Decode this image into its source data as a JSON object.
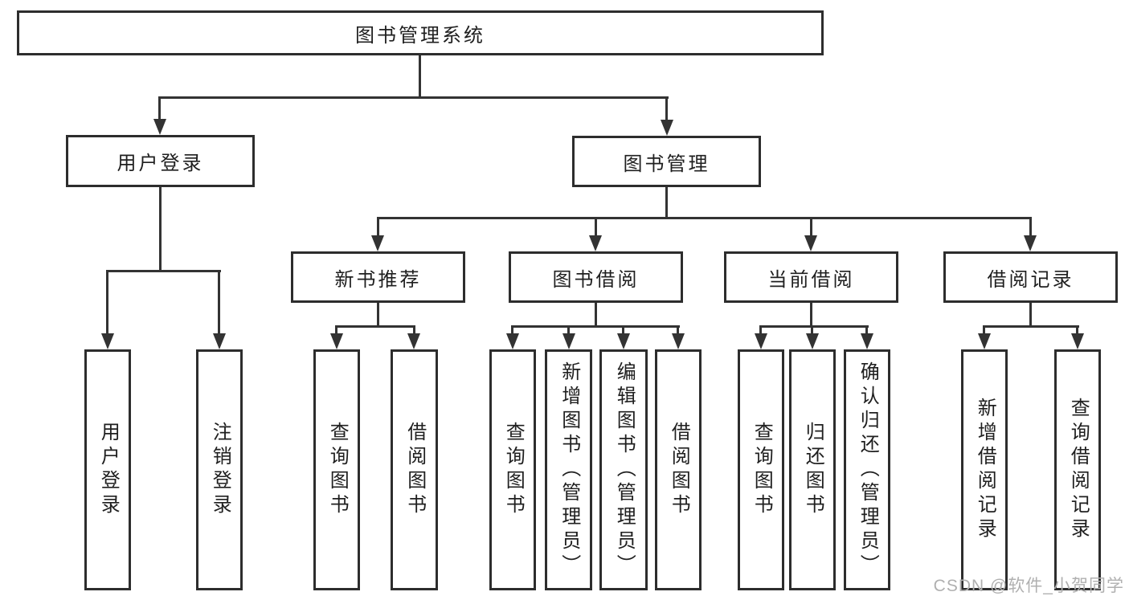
{
  "diagram_title": "图书管理系统",
  "tree": {
    "root": {
      "label": "图书管理系统",
      "children": [
        {
          "label": "用户登录",
          "children": [
            {
              "label": "用户登录"
            },
            {
              "label": "注销登录"
            }
          ]
        },
        {
          "label": "图书管理",
          "children": [
            {
              "label": "新书推荐",
              "children": [
                {
                  "label": "查询图书"
                },
                {
                  "label": "借阅图书"
                }
              ]
            },
            {
              "label": "图书借阅",
              "children": [
                {
                  "label": "查询图书"
                },
                {
                  "label": "新增图书（管理员）"
                },
                {
                  "label": "编辑图书（管理员）"
                },
                {
                  "label": "借阅图书"
                }
              ]
            },
            {
              "label": "当前借阅",
              "children": [
                {
                  "label": "查询图书"
                },
                {
                  "label": "归还图书"
                },
                {
                  "label": "确认归还（管理员）"
                }
              ]
            },
            {
              "label": "借阅记录",
              "children": [
                {
                  "label": "新增借阅记录"
                },
                {
                  "label": "查询借阅记录"
                }
              ]
            }
          ]
        }
      ]
    }
  },
  "watermark": "CSDN @软件_小贺同学",
  "colors": {
    "line": "#333333",
    "border": "#2d2d2d",
    "text": "#1f1f1f",
    "watermark": "#b0b0b0",
    "background": "#ffffff"
  }
}
